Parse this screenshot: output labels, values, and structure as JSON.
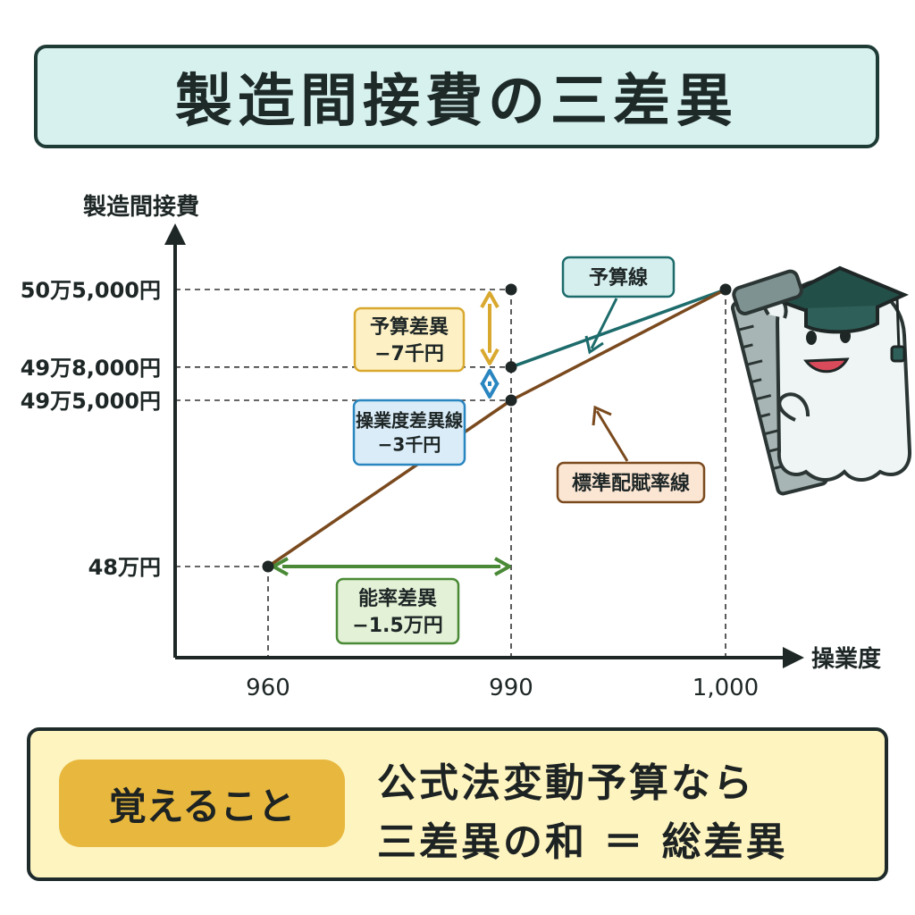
{
  "title": "製造間接費の三差異",
  "chart_data": {
    "type": "line",
    "ylabel": "製造間接費",
    "xlabel": "操業度",
    "x_ticks": [
      {
        "value": 960,
        "label": "960"
      },
      {
        "value": 990,
        "label": "990"
      },
      {
        "value": 1000,
        "label": "1,000"
      }
    ],
    "y_ticks": [
      {
        "value": 480000,
        "label": "48万円"
      },
      {
        "value": 495000,
        "label": "49万5,000円"
      },
      {
        "value": 498000,
        "label": "49万8,000円"
      },
      {
        "value": 505000,
        "label": "50万5,000円"
      }
    ],
    "series": [
      {
        "name": "予算線",
        "color": "#1d6b6b",
        "points": [
          [
            990,
            498000
          ],
          [
            1000,
            505000
          ]
        ]
      },
      {
        "name": "標準配賦率線",
        "color": "#7a4a1e",
        "points": [
          [
            960,
            480000
          ],
          [
            990,
            495000
          ],
          [
            1000,
            505000
          ]
        ]
      }
    ],
    "extra_points": [
      [
        990,
        505000
      ]
    ],
    "annotations": {
      "budget_variance": {
        "line1": "予算差異",
        "line2": "−7千円",
        "color": "#d9a82e",
        "fill": "#fdf0c4"
      },
      "capacity_variance": {
        "line1": "操業度差異線",
        "line2": "−3千円",
        "color": "#2a86c0",
        "fill": "#d9ecf8"
      },
      "efficiency_variance": {
        "line1": "能率差異",
        "line2": "−1.5万円",
        "color": "#4a8a36",
        "fill": "#e3f1d6"
      }
    },
    "series_label_style": {
      "budget_line": {
        "fill": "#d4efee",
        "stroke": "#1d6b6b"
      },
      "standard_line": {
        "fill": "#fbe6d4",
        "stroke": "#7a4a1e"
      }
    }
  },
  "memo": {
    "label": "覚えること",
    "line1": "公式法変動予算なら",
    "line2": "三差異の和 ＝ 総差異"
  }
}
